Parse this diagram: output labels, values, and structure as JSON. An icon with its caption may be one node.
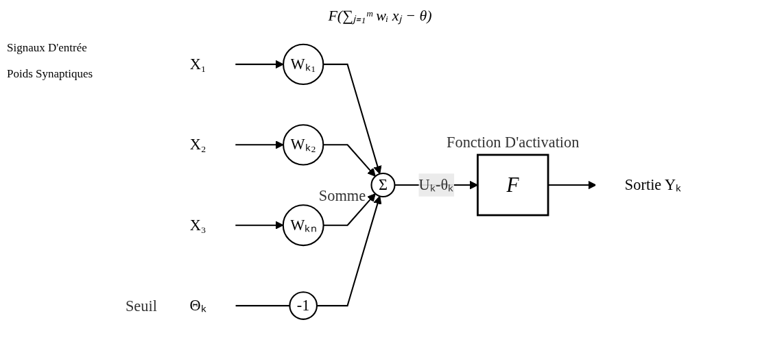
{
  "diagram": {
    "title": "F(∑ⱼ₌₁ᵐ wᵢ xⱼ − θ)",
    "nodes": [
      {
        "text": [
          "X₁"
        ]
      },
      {
        "text": [
          "X₂"
        ]
      },
      {
        "text": [
          "X₃"
        ]
      },
      {
        "text": [
          "Wₖ₁"
        ]
      },
      {
        "text": [
          "Wₖ₂"
        ]
      },
      {
        "text": [
          "Wₖₙ"
        ]
      },
      {
        "text": [
          "Σ"
        ],
        "beside": [
          "Somme"
        ]
      },
      {
        "text": [
          "-1"
        ]
      },
      {
        "text": [
          "Θₖ"
        ],
        "beside": [
          "Seuil"
        ]
      },
      {
        "text": [
          "F"
        ],
        "beside": [
          "Fonction D'activation"
        ]
      },
      {
        "text": [
          "Sortie Yₖ"
        ]
      }
    ],
    "edges": [
      {
        "from": 0,
        "to": 3,
        "arrow": "to"
      },
      {
        "from": 1,
        "to": 4,
        "arrow": "to"
      },
      {
        "from": 2,
        "to": 5,
        "arrow": "to"
      },
      {
        "from": 3,
        "to": 6,
        "arrow": "to"
      },
      {
        "from": 4,
        "to": 6,
        "arrow": "to"
      },
      {
        "from": 5,
        "to": 6,
        "arrow": "to"
      },
      {
        "from": 8,
        "to": 7,
        "arrow": "none"
      },
      {
        "from": 7,
        "to": 6,
        "arrow": "to"
      },
      {
        "from": 6,
        "to": 9,
        "arrow": "to",
        "label": "Uₖ-θₖ"
      },
      {
        "from": 9,
        "to": 10,
        "arrow": "to"
      }
    ],
    "labels": [
      "Signaux D'entrée",
      "Poids Synaptiques"
    ]
  }
}
